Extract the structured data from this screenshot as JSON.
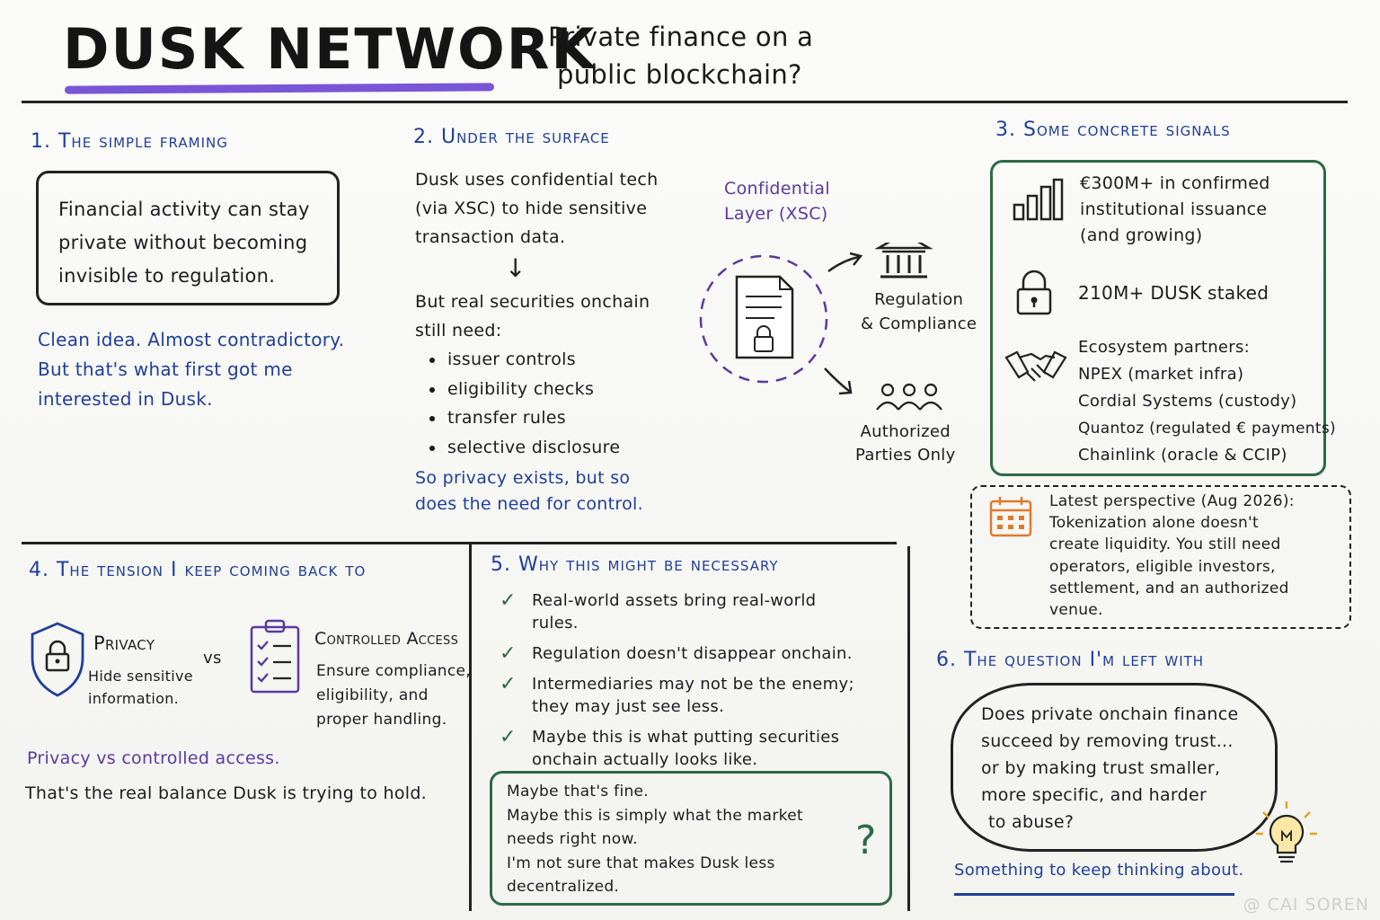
{
  "header": {
    "title": "DUSK NETWORK",
    "subtitle_line1": "Private finance on a",
    "subtitle_line2": "public blockchain?"
  },
  "section1": {
    "title": "1. The simple framing",
    "box_lines": [
      "Financial activity can stay",
      "private without becoming",
      "invisible to regulation."
    ],
    "note_lines": [
      "Clean idea. Almost contradictory.",
      "But that's what first got me",
      "interested in Dusk."
    ]
  },
  "section2": {
    "title": "2. Under the surface",
    "intro_lines": [
      "Dusk uses confidential tech",
      "(via XSC) to hide sensitive",
      "transaction data."
    ],
    "arrow": "↓",
    "need_lines": [
      "But real securities onchain",
      "still need:"
    ],
    "bullets": [
      "issuer controls",
      "eligibility checks",
      "transfer rules",
      "selective disclosure"
    ],
    "conclusion_lines": [
      "So privacy exists, but so",
      "does the need for control."
    ],
    "diagram": {
      "layer_label_line1": "Confidential",
      "layer_label_line2": "Layer (XSC)",
      "reg_label_line1": "Regulation",
      "reg_label_line2": "& Compliance",
      "auth_label_line1": "Authorized",
      "auth_label_line2": "Parties Only"
    }
  },
  "section3": {
    "title": "3. Some concrete signals",
    "signal1_lines": [
      "€300M+ in confirmed",
      "institutional issuance",
      "(and growing)"
    ],
    "signal2": "210M+ DUSK staked",
    "signal3_title": "Ecosystem partners:",
    "partners": [
      "NPEX (market infra)",
      "Cordial Systems (custody)",
      "Quantoz (regulated € payments)",
      "Chainlink (oracle & CCIP)"
    ],
    "perspective_lines": [
      "Latest perspective (Aug 2026):",
      "Tokenization alone doesn't",
      "create liquidity. You still need",
      "operators, eligible investors,",
      "settlement, and an authorized",
      "venue."
    ]
  },
  "section4": {
    "title": "4. The tension I keep coming back to",
    "privacy_title": "Privacy",
    "privacy_lines": [
      "Hide sensitive",
      "information."
    ],
    "vs": "vs",
    "access_title": "Controlled Access",
    "access_lines": [
      "Ensure compliance,",
      "eligibility, and",
      "proper handling."
    ],
    "summary": "Privacy vs controlled access.",
    "summary2": "That's the real balance Dusk is trying to hold."
  },
  "section5": {
    "title": "5. Why this might be necessary",
    "checks": [
      [
        "Real-world assets bring real-world",
        "rules."
      ],
      [
        "Regulation doesn't disappear onchain."
      ],
      [
        "Intermediaries may not be the enemy;",
        "they may just see less."
      ],
      [
        "Maybe this is what putting securities",
        "onchain actually looks like."
      ]
    ],
    "box_lines": [
      "Maybe that's fine.",
      "Maybe this is simply what the market",
      "needs right now.",
      "I'm not sure that makes Dusk less",
      "decentralized."
    ],
    "question_mark": "?"
  },
  "section6": {
    "title": "6. The question I'm left with",
    "cloud_lines": [
      "Does private onchain finance",
      "succeed by removing trust...",
      "or by making trust smaller,",
      "more specific, and harder",
      "to abuse?"
    ],
    "footer": "Something to keep thinking about."
  },
  "watermark": "@ CAI SOREN",
  "colors": {
    "blue": "#1f3f9a",
    "purple": "#5a3aa0",
    "green": "#2d6a45",
    "orange": "#e07a2a",
    "accent": "#7a55d6"
  }
}
